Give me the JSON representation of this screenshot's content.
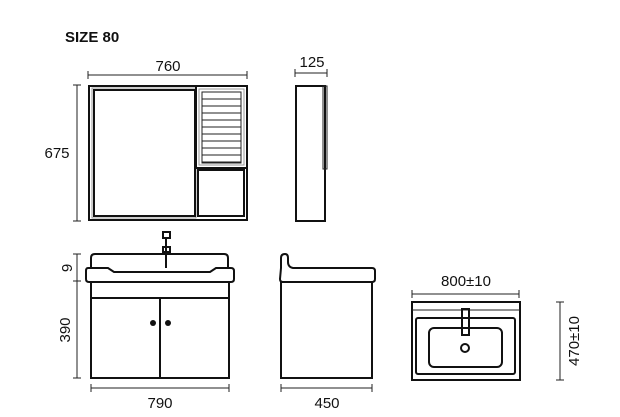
{
  "title": "SIZE 80",
  "mirror_cabinet": {
    "width_label": "760",
    "height_label": "675",
    "depth_label": "125"
  },
  "vanity": {
    "basin_height_label": "9",
    "cabinet_height_label": "390",
    "width_label": "790",
    "depth_label": "450"
  },
  "basin_top_view": {
    "width_label": "800±10",
    "depth_label": "470±10"
  }
}
